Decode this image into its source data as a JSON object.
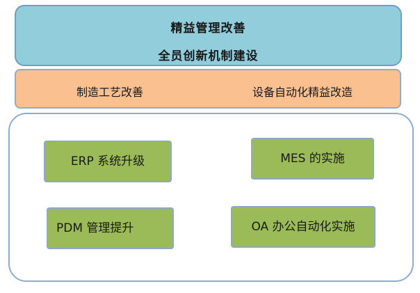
{
  "diagram": {
    "top_banner": {
      "line1": "精益管理改善",
      "line2": "全员创新机制建设"
    },
    "middle_band": {
      "left": "制造工艺改善",
      "right": "设备自动化精益改造"
    },
    "projects": {
      "erp": "ERP 系统升级",
      "mes": "MES 的实施",
      "pdm": "PDM 管理提升",
      "oa": "OA 办公自动化实施"
    },
    "colors": {
      "top_banner_fill": "#92cddc",
      "middle_band_fill": "#fac090",
      "project_fill": "#9bbb59",
      "outline": "#8faccb"
    }
  }
}
